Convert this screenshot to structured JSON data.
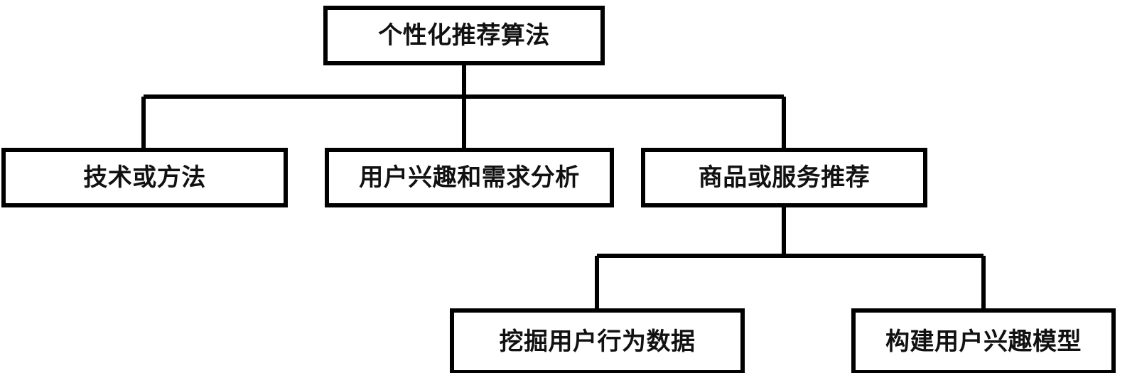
{
  "diagram": {
    "type": "tree",
    "title": "个性化推荐算法",
    "orientation": "top-down",
    "style": {
      "background_color": "#ffffff",
      "box_fill": "#ffffff",
      "box_border_color": "#000000",
      "connector_color": "#000000",
      "text_color": "#111111"
    },
    "root": {
      "label": "个性化推荐算法"
    },
    "level2": [
      {
        "label": "技术或方法"
      },
      {
        "label": "用户兴趣和需求分析"
      },
      {
        "label": "商品或服务推荐"
      }
    ],
    "level3": [
      {
        "label": "挖掘用户行为数据",
        "parent": "商品或服务推荐"
      },
      {
        "label": "构建用户兴趣模型",
        "parent": "商品或服务推荐"
      }
    ]
  }
}
